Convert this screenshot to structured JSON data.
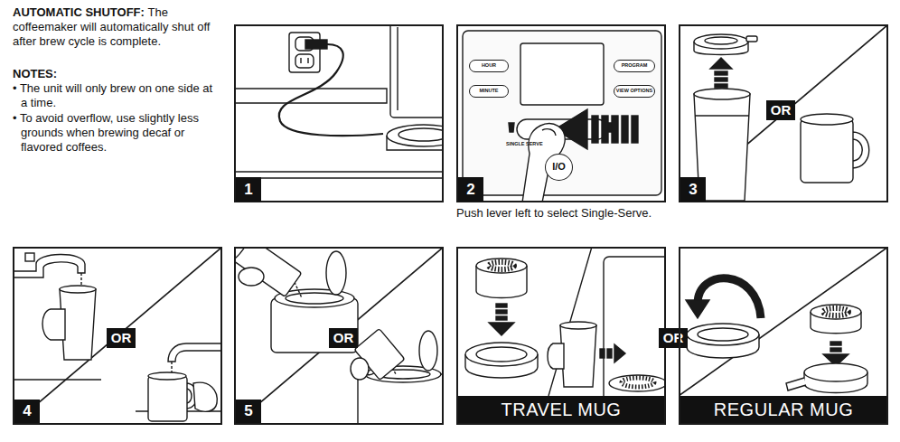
{
  "diagram": {
    "nodes": [
      {
        "text": [
          "1"
        ]
      },
      {
        "text": [
          "2",
          "Push lever left to select Single-Serve."
        ]
      },
      {
        "text": [
          "HOUR"
        ],
        "in": 1
      },
      {
        "text": [
          "PROGRAM"
        ],
        "in": 1
      },
      {
        "text": [
          "MINUTE"
        ],
        "in": 1
      },
      {
        "text": [
          "VIEW OPTIONS"
        ],
        "in": 1
      },
      {
        "text": [
          "I/O"
        ],
        "in": 1
      },
      {
        "text": [
          "3",
          "OR"
        ]
      },
      {
        "text": [
          "4",
          "OR"
        ]
      },
      {
        "text": [
          "5",
          "OR"
        ]
      },
      {
        "text": [
          "OR",
          "TRAVEL MUG"
        ]
      },
      {
        "text": [
          "REGULAR MUG"
        ]
      }
    ],
    "labels": [
      "AUTOMATIC SHUTOFF:",
      "The coffeemaker will automatically shut off after brew cycle is complete.",
      "NOTES:",
      "• The unit will only brew on one side at a time.",
      "• To avoid overflow, use slightly less grounds when brewing decaf or flavored coffees.",
      "SINGLE SERVE"
    ]
  }
}
